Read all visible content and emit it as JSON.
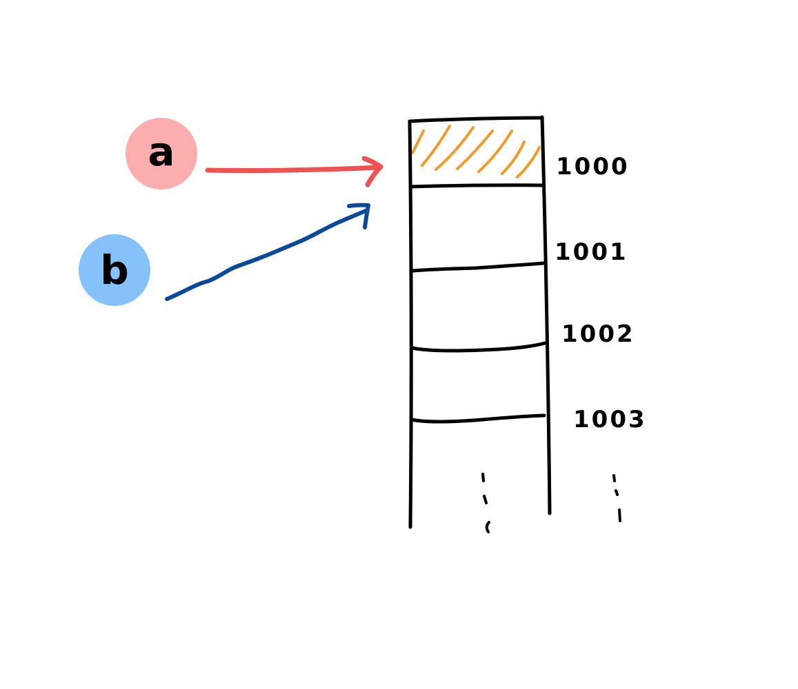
{
  "variables": [
    {
      "label": "a",
      "color": "#fcaeae",
      "arrow_color": "#f05252",
      "points_to": "1000"
    },
    {
      "label": "b",
      "color": "#85c2fc",
      "arrow_color": "#0b4a9a",
      "points_to": "1000"
    }
  ],
  "memory": {
    "addresses": [
      "1000",
      "1001",
      "1002",
      "1003"
    ],
    "occupied_cell": "1000",
    "occupied_fill_color": "#f29a2a",
    "continues": true
  }
}
